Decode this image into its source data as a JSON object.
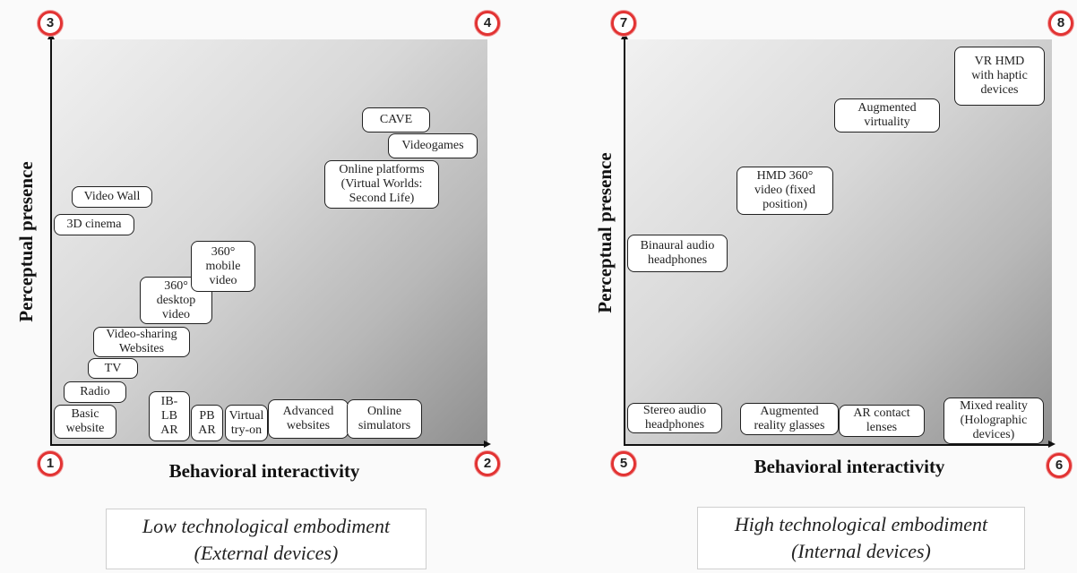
{
  "left_panel": {
    "x_axis_label": "Behavioral interactivity",
    "y_axis_label": "Perceptual presence",
    "corners": [
      "1",
      "2",
      "3",
      "4"
    ],
    "items": [
      "Basic\nwebsite",
      "Radio",
      "TV",
      "Video-sharing\nWebsites",
      "360°\ndesktop\nvideo",
      "360°\nmobile\nvideo",
      "3D cinema",
      "Video Wall",
      "IB-\nLB\nAR",
      "PB\nAR",
      "Virtual\ntry-on",
      "Advanced\nwebsites",
      "Online\nsimulators",
      "Online platforms\n(Virtual Worlds:\nSecond Life)",
      "CAVE",
      "Videogames"
    ],
    "caption_line1": "Low technological embodiment",
    "caption_line2": "(External devices)"
  },
  "right_panel": {
    "x_axis_label": "Behavioral interactivity",
    "y_axis_label": "Perceptual presence",
    "corners": [
      "5",
      "6",
      "7",
      "8"
    ],
    "items": [
      "Stereo audio\nheadphones",
      "Augmented\nreality glasses",
      "AR contact\nlenses",
      "Mixed reality\n(Holographic\ndevices)",
      "Binaural audio\nheadphones",
      "HMD 360°\nvideo (fixed\nposition)",
      "Augmented\nvirtuality",
      "VR HMD\nwith haptic\ndevices"
    ],
    "caption_line1": "High technological embodiment",
    "caption_line2": "(Internal devices)"
  },
  "colors": {
    "corner_ring": "#e23333",
    "axis": "#111111",
    "box_border": "#222222"
  }
}
